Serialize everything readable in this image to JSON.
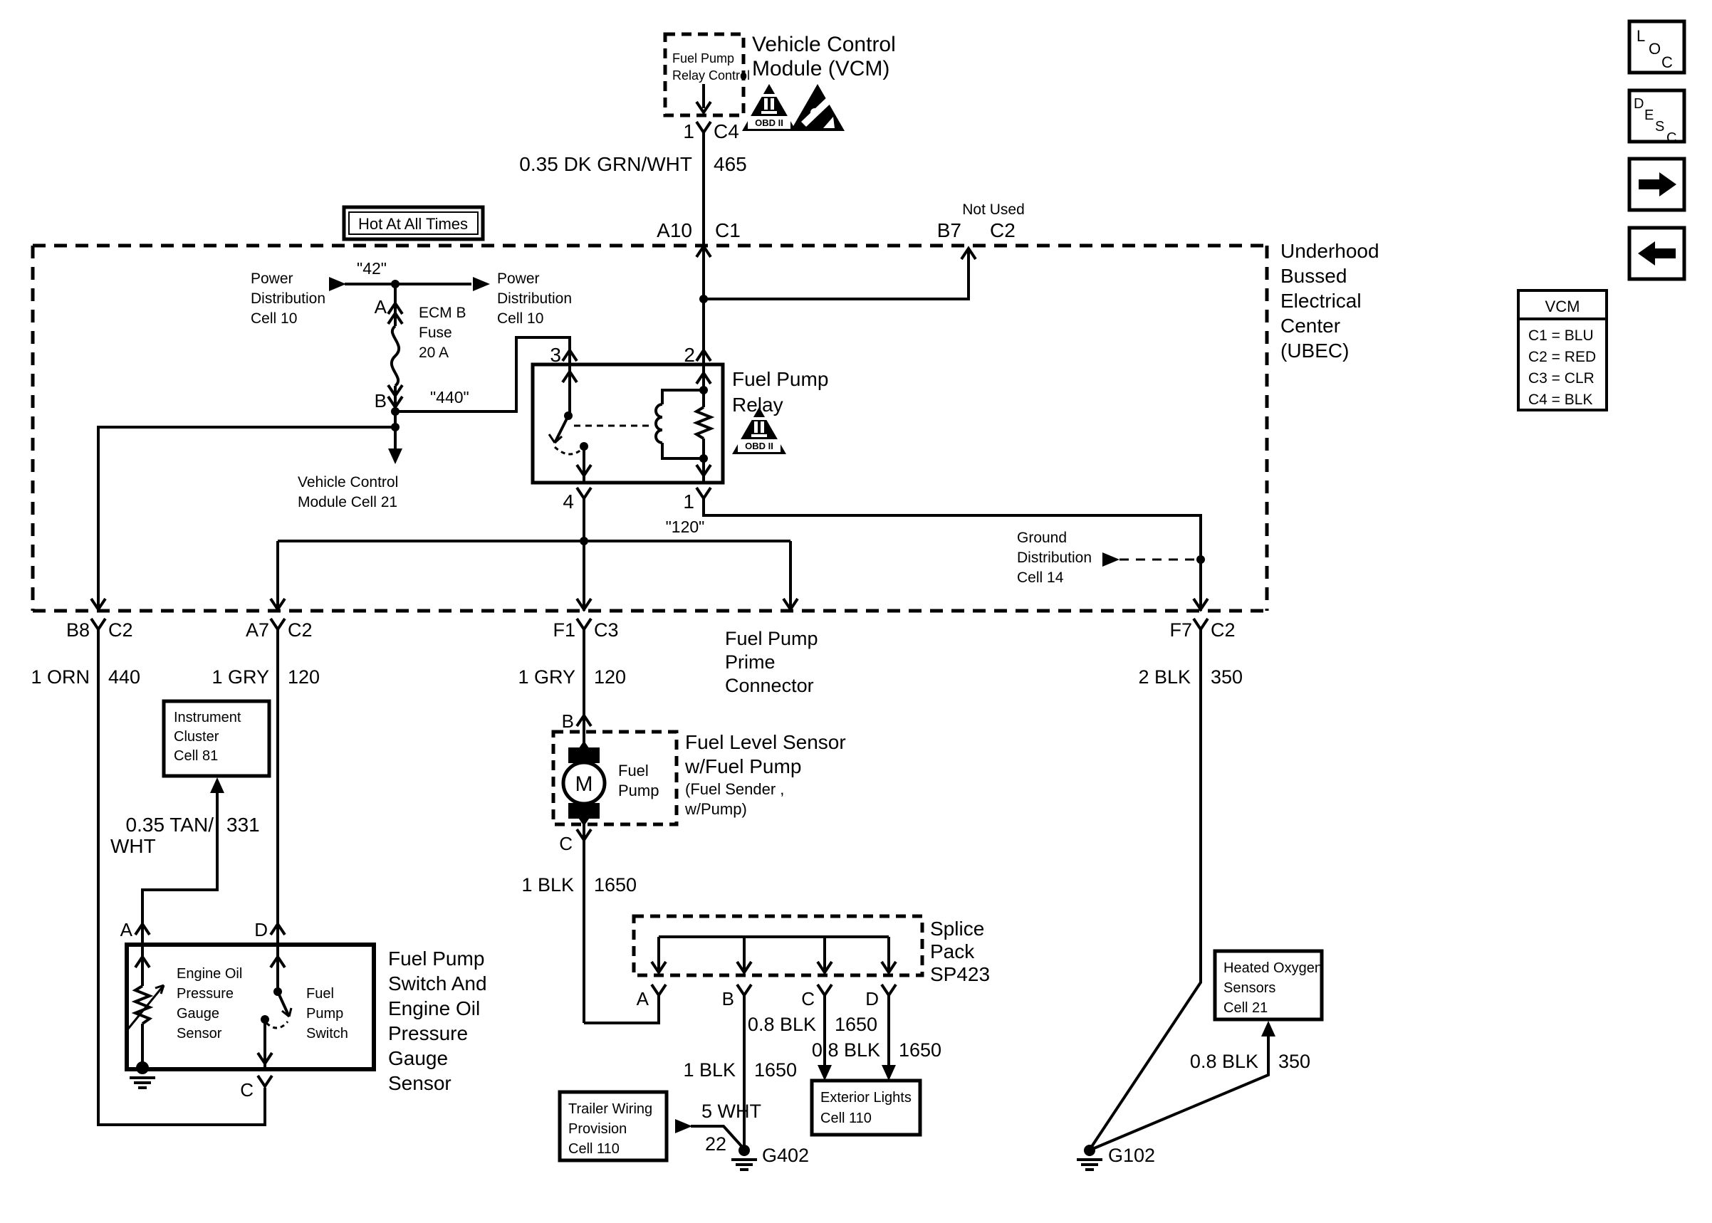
{
  "diagram": {
    "colors": {
      "ink": "#000000",
      "background": "#ffffff"
    },
    "top": {
      "relay_control_lines": [
        "Fuel Pump",
        "Relay Control"
      ],
      "vcm_title_lines": [
        "Vehicle Control",
        "Module (VCM)"
      ],
      "pin": "1",
      "conn": "C4",
      "wire_name": "0.35 DK GRN/WHT",
      "wire_num": "465"
    },
    "obd_badge": {
      "label": "OBD II"
    },
    "hot_label": "Hot At All Times",
    "ubec": {
      "title_lines": [
        "Underhood",
        "Bussed",
        "Electrical",
        "Center",
        "(UBEC)"
      ],
      "a10": {
        "pin": "A10",
        "conn": "C1"
      },
      "b7": {
        "note": "Not Used",
        "pin": "B7",
        "conn": "C2"
      },
      "power_left_lines": [
        "Power",
        "Distribution",
        "Cell 10"
      ],
      "power_right_lines": [
        "Power",
        "Distribution",
        "Cell 10"
      ],
      "tag_42": "\"42\"",
      "tag_440": "\"440\"",
      "tag_120": "\"120\"",
      "fuse": {
        "term_a": "A",
        "term_b": "B",
        "lines": [
          "ECM B",
          "Fuse",
          "20 A"
        ]
      },
      "vcm_cell_lines": [
        "Vehicle Control",
        "Module Cell 21"
      ],
      "relay": {
        "title_lines": [
          "Fuel Pump",
          "Relay"
        ],
        "pin3": "3",
        "pin2": "2",
        "pin4": "4",
        "pin1": "1"
      },
      "ground_dist_lines": [
        "Ground",
        "Distribution",
        "Cell 14"
      ]
    },
    "connectors": {
      "b8": {
        "pin": "B8",
        "conn": "C2",
        "wire_name": "1 ORN",
        "wire_num": "440"
      },
      "a7": {
        "pin": "A7",
        "conn": "C2",
        "wire_name": "1 GRY",
        "wire_num": "120"
      },
      "f1": {
        "pin": "F1",
        "conn": "C3",
        "wire_name": "1 GRY",
        "wire_num": "120"
      },
      "prime_lines": [
        "Fuel Pump",
        "Prime",
        "Connector"
      ],
      "f7": {
        "pin": "F7",
        "conn": "C2",
        "wire_name": "2 BLK",
        "wire_num": "350"
      }
    },
    "instrument_lines": [
      "Instrument",
      "Cluster",
      "Cell 81"
    ],
    "tan_wire": {
      "name_line1": "0.35 TAN/",
      "name_line2": "WHT",
      "num": "331"
    },
    "fuel_sensor": {
      "pin_b": "B",
      "pin_c": "C",
      "motor": "M",
      "inner_lines": [
        "Fuel",
        "Pump"
      ],
      "title_lines": [
        "Fuel Level Sensor",
        "w/Fuel Pump"
      ],
      "sub_lines": [
        "(Fuel Sender ,",
        "w/Pump)"
      ],
      "wire_name": "1 BLK",
      "wire_num": "1650"
    },
    "oil_box": {
      "pin_a": "A",
      "pin_d": "D",
      "pin_c": "C",
      "sensor_lines": [
        "Engine Oil",
        "Pressure",
        "Gauge",
        "Sensor"
      ],
      "switch_lines": [
        "Fuel",
        "Pump",
        "Switch"
      ],
      "title_lines": [
        "Fuel Pump",
        "Switch And",
        "Engine Oil",
        "Pressure",
        "Gauge",
        "Sensor"
      ]
    },
    "splice": {
      "title_lines": [
        "Splice",
        "Pack",
        "SP423"
      ],
      "pin_a": "A",
      "pin_b": "B",
      "pin_c": "C",
      "pin_d": "D",
      "wire_b": {
        "name": "1 BLK",
        "num": "1650"
      },
      "wire_c": {
        "name": "0.8 BLK",
        "num": "1650"
      },
      "wire_d": {
        "name": "0.8 BLK",
        "num": "1650"
      }
    },
    "trailer_lines": [
      "Trailer Wiring",
      "Provision",
      "Cell 110"
    ],
    "wht_wire": {
      "name": "5 WHT",
      "num": "22"
    },
    "g402": "G402",
    "g102": "G102",
    "exterior_lines": [
      "Exterior Lights",
      "Cell 110"
    ],
    "oxygen_lines": [
      "Heated Oxygen",
      "Sensors",
      "Cell 21"
    ],
    "oxygen_wire": {
      "name": "0.8 BLK",
      "num": "350"
    },
    "toolbar": {
      "loc": [
        "L",
        "O",
        "C"
      ],
      "desc": [
        "D",
        "E",
        "S",
        "C"
      ]
    },
    "vcm_table": {
      "title": "VCM",
      "rows": [
        "C1 = BLU",
        "C2 = RED",
        "C3 = CLR",
        "C4 = BLK"
      ]
    }
  }
}
